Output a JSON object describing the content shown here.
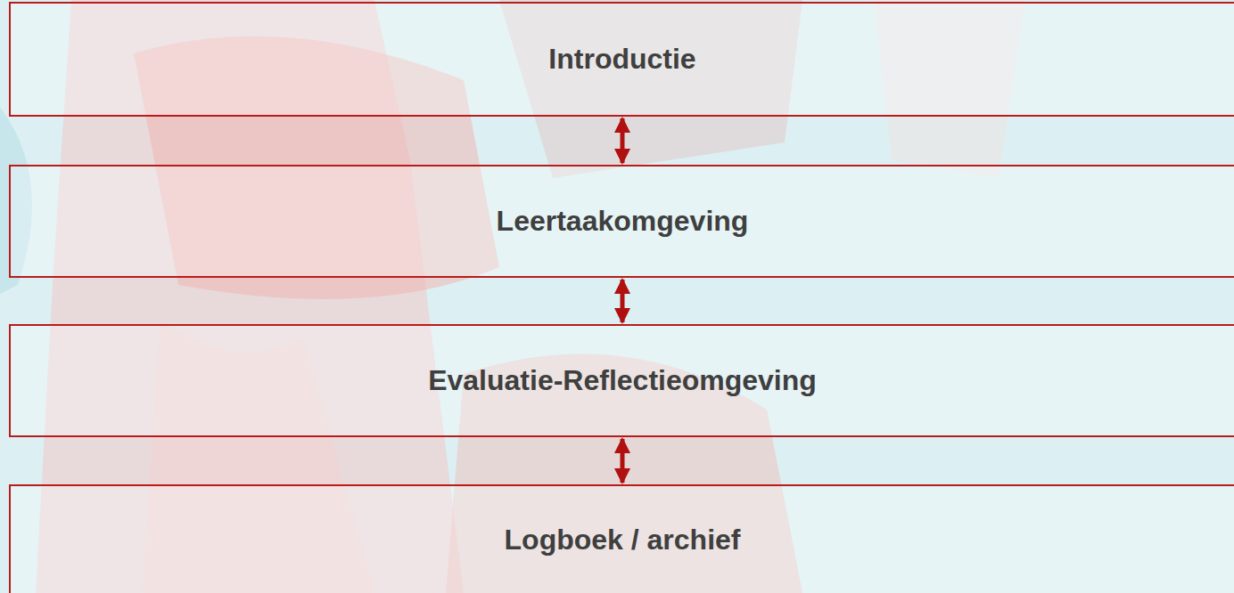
{
  "diagram": {
    "nodes": [
      {
        "text": [
          "Introductie"
        ]
      },
      {
        "text": [
          "Leertaakomgeving"
        ]
      },
      {
        "text": [
          "Evaluatie-Reflectieomgeving"
        ]
      },
      {
        "text": [
          "Logboek / archief"
        ]
      }
    ],
    "edges": [
      {
        "from": 0,
        "to": 1,
        "arrow": "both"
      },
      {
        "from": 1,
        "to": 2,
        "arrow": "both"
      },
      {
        "from": 2,
        "to": 3,
        "arrow": "both"
      }
    ]
  }
}
